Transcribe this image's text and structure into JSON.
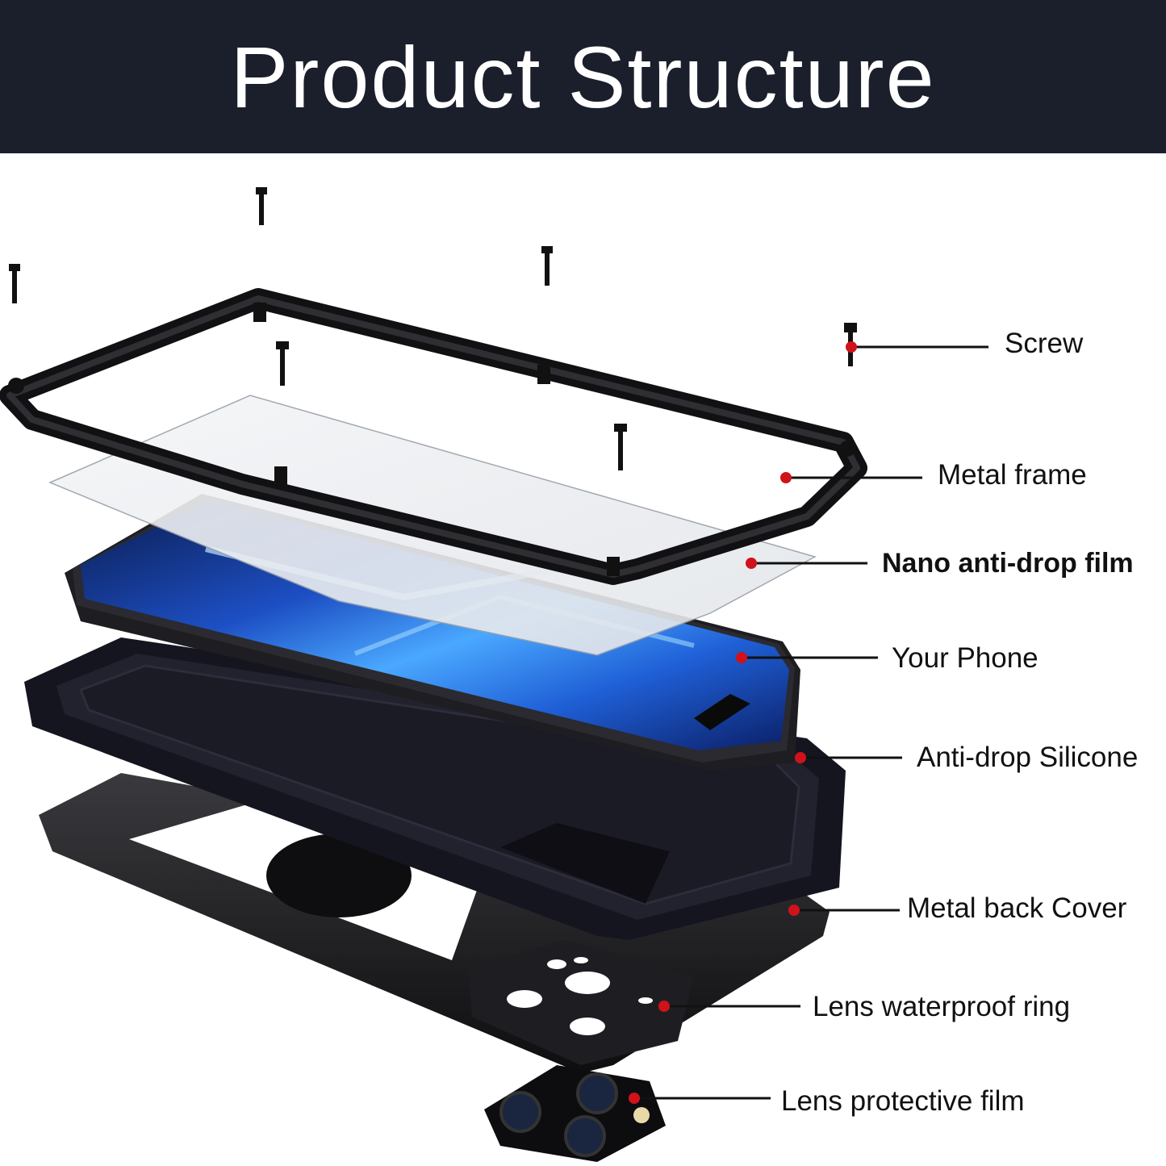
{
  "header": {
    "title": "Product Structure",
    "background": "#1b1e2b",
    "text_color": "#ffffff"
  },
  "colors": {
    "marker": "#d0121b",
    "leader_line": "#111111",
    "metal": "#1a1a1c",
    "silicone": "#1c1c2a",
    "screen_blue": "#1f5fd6"
  },
  "components": [
    {
      "id": "screw",
      "label": "Screw",
      "bold": false
    },
    {
      "id": "metal-frame",
      "label": "Metal frame",
      "bold": false
    },
    {
      "id": "nano-film",
      "label": "Nano anti-drop film",
      "bold": true
    },
    {
      "id": "your-phone",
      "label": "Your Phone",
      "bold": false
    },
    {
      "id": "silicone",
      "label": "Anti-drop Silicone",
      "bold": false
    },
    {
      "id": "back-cover",
      "label": "Metal back Cover",
      "bold": false
    },
    {
      "id": "lens-ring",
      "label": "Lens waterproof ring",
      "bold": false
    },
    {
      "id": "lens-film",
      "label": "Lens protective film",
      "bold": false
    }
  ]
}
